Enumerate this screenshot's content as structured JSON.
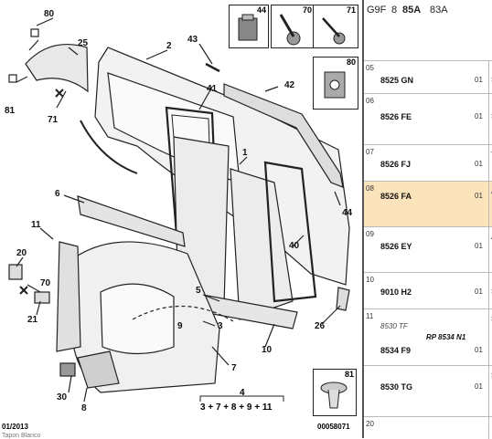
{
  "header": {
    "code1": "G9F",
    "code2": "8",
    "code3": "85A",
    "code4": "83A"
  },
  "diagram": {
    "date": "01/2013",
    "reference": "00058071",
    "formula_label": "4",
    "formula": "3 + 7 + 8 + 9 + 11",
    "footer_cut": "Tapon Blanco",
    "callouts": [
      "80",
      "25",
      "81",
      "71",
      "2",
      "43",
      "41",
      "42",
      "1",
      "44",
      "40",
      "6",
      "11",
      "20",
      "70",
      "21",
      "5",
      "26",
      "3",
      "10",
      "9",
      "7",
      "30",
      "8",
      "81"
    ],
    "fastener_boxes": [
      "44",
      "70",
      "71",
      "80",
      "81"
    ]
  },
  "parts": [
    {
      "pos": "05",
      "ref": "8525 GN",
      "qty": "01",
      "t": "S",
      "selected": false
    },
    {
      "pos": "06",
      "ref": "8526 FE",
      "qty": "01",
      "t": "S",
      "selected": false
    },
    {
      "pos": "07",
      "ref": "8526 FJ",
      "qty": "01",
      "t": "Y",
      "selected": false
    },
    {
      "pos": "08",
      "ref": "8526 FA",
      "qty": "01",
      "t": "A",
      "selected": true
    },
    {
      "pos": "09",
      "ref": "8526 EY",
      "qty": "01",
      "t": "A",
      "selected": false
    },
    {
      "pos": "10",
      "ref": "9010 H2",
      "qty": "01",
      "t": "S",
      "selected": false
    },
    {
      "pos": "11",
      "ref": "8534 F9",
      "qty": "01",
      "t": "S",
      "selected": false,
      "sub": "8530 TF",
      "rp": "RP 8534 N1"
    },
    {
      "pos": "",
      "ref": "8530 TG",
      "qty": "01",
      "t": "S",
      "selected": false
    },
    {
      "pos": "20",
      "ref": "",
      "qty": "",
      "t": "",
      "selected": false
    }
  ]
}
